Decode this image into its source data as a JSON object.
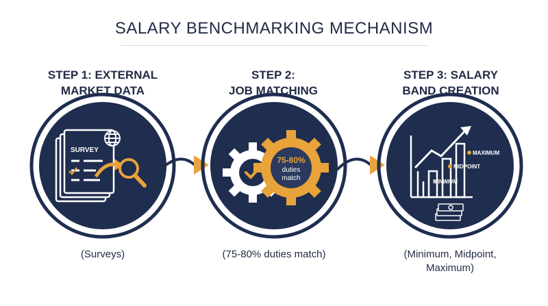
{
  "title": "SALARY BENCHMARKING MECHANISM",
  "steps": [
    {
      "heading_line1": "STEP 1: EXTERNAL",
      "heading_line2": "MARKET DATA",
      "icon_text": "SURVEY",
      "caption_line1": "(Surveys)",
      "caption_line2": ""
    },
    {
      "heading_line1": "STEP 2:",
      "heading_line2": "JOB MATCHING",
      "badge_line1": "75-80%",
      "badge_line2": "duties",
      "badge_line3": "match",
      "caption_line1": "(75-80% duties match)",
      "caption_line2": ""
    },
    {
      "heading_line1": "STEP 3: SALARY",
      "heading_line2": "BAND CREATION",
      "label_max": "MAXIMUM",
      "label_mid": "MIDPOINT",
      "label_min": "MINIMUM",
      "caption_line1": "(Minimum, Midpoint,",
      "caption_line2": "Maximum)"
    }
  ],
  "colors": {
    "navy": "#1f2d4f",
    "gold": "#e8a33a",
    "text": "#1f2a44"
  }
}
